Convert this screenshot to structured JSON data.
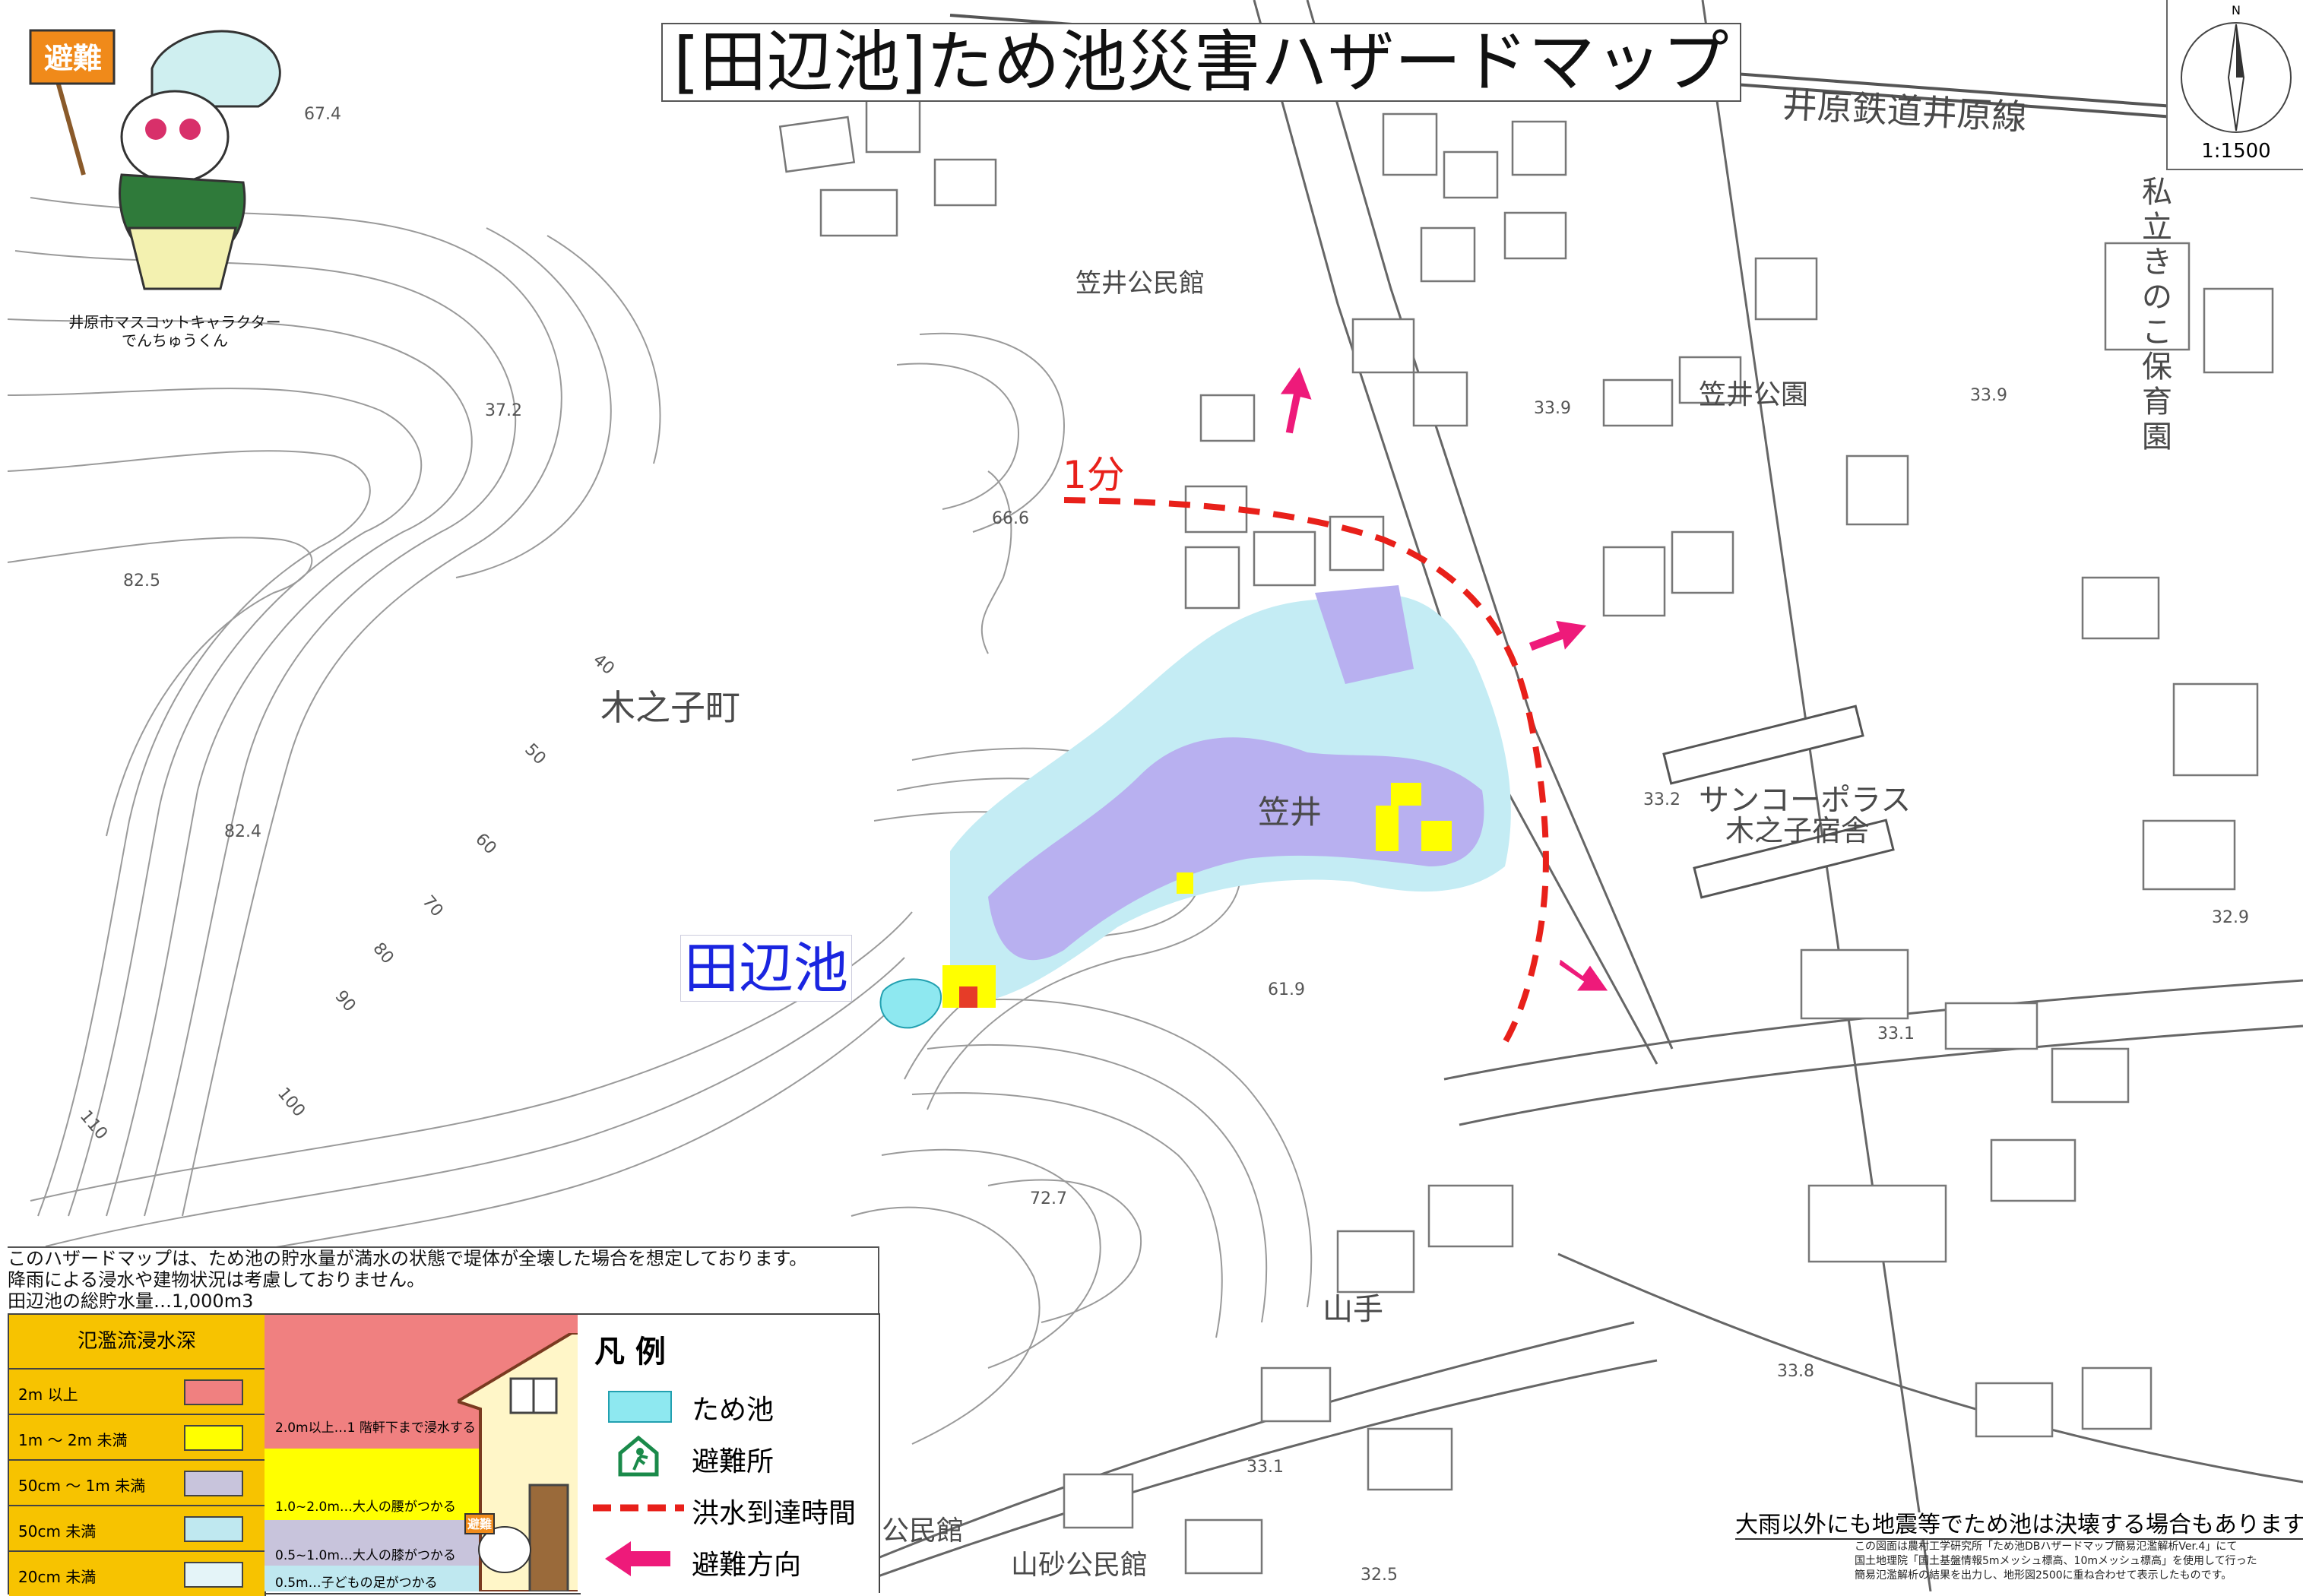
{
  "title": "[田辺池]ため池災害ハザードマップ",
  "compass": {
    "north": "N",
    "scale": "1:1500"
  },
  "mascot": {
    "sign": "避難",
    "caption_line1": "井原市マスコットキャラクター",
    "caption_line2": "でんちゅうくん"
  },
  "places": {
    "railway": "井原鉄道井原線",
    "nursery": "私立きのこ保育園",
    "kasai_hall": "笠井公民館",
    "kasai_park": "笠井公園",
    "kinoko_town": "木之子町",
    "kasai": "笠井",
    "suncoporas_1": "サンコーポラス",
    "suncoporas_2": "木之子宿舎",
    "yamate": "山手",
    "hall_bottom": "公民館",
    "yamasuna_hall": "山砂公民館"
  },
  "pond_name": "田辺池",
  "arrival_time": "1分",
  "elevations": {
    "e1": "67.4",
    "e2": "37.2",
    "e3": "82.5",
    "e4": "82.4",
    "e5": "66.6",
    "e6": "33.9",
    "e7": "33.9",
    "e8": "33.2",
    "e9": "32.9",
    "e10": "61.9",
    "e11": "33.1",
    "e12": "72.7",
    "e13": "33.8",
    "e14": "33.1",
    "e15": "32.5",
    "c40": "40",
    "c50": "50",
    "c60": "60",
    "c70": "70",
    "c80": "80",
    "c90": "90",
    "c100": "100",
    "c110": "110"
  },
  "notes": {
    "line1": "このハザードマップは、ため池の貯水量が満水の状態で堤体が全壊した場合を想定しております。",
    "line2": "降雨による浸水や建物状況は考慮しておりません。",
    "line3": "田辺池の総貯水量…1,000m3"
  },
  "depth_table": {
    "header": "氾濫流浸水深",
    "rows": [
      {
        "label": "2m 以上",
        "color": "#f08080"
      },
      {
        "label": "1m ～ 2m 未満",
        "color": "#ffff00"
      },
      {
        "label": "50cm ～ 1m 未満",
        "color": "#c8c4dc"
      },
      {
        "label": "50cm 未満",
        "color": "#bfe8f0"
      },
      {
        "label": "20cm 未満",
        "color": "#e4f4f8"
      }
    ],
    "band_labels": {
      "b1": "2.0m以上…1 階軒下まで浸水する",
      "b2": "1.0~2.0m…大人の腰がつかる",
      "b3": "0.5~1.0m…大人の膝がつかる",
      "b4": "0.5m…子どもの足がつかる"
    },
    "house_sign": "避難"
  },
  "legend": {
    "title": "凡 例",
    "items": [
      {
        "label": "ため池",
        "icon": "pond-swatch"
      },
      {
        "label": "避難所",
        "icon": "shelter-icon"
      },
      {
        "label": "洪水到達時間",
        "icon": "dashed-red-line"
      },
      {
        "label": "避難方向",
        "icon": "pink-arrow"
      }
    ]
  },
  "warning": "大雨以外にも地震等でため池は決壊する場合もあります。",
  "credits": {
    "line1": "この図面は農村工学研究所「ため池DBハザードマップ簡易氾濫解析Ver.4」にて",
    "line2": "国土地理院「国土基盤情報5mメッシュ標高、10mメッシュ標高」を使用して行った",
    "line3": "簡易氾濫解析の結果を出力し、地形図2500に重ね合わせて表示したものです。"
  },
  "colors": {
    "pond": "#8ee8f0",
    "deep": "#f08080",
    "yellow": "#ffff00",
    "purple": "#b8b0f0",
    "light_blue": "#c4ecf4",
    "arrow": "#ee1a7a",
    "time_line": "#e8201a",
    "title_pond": "#1a25e0"
  }
}
